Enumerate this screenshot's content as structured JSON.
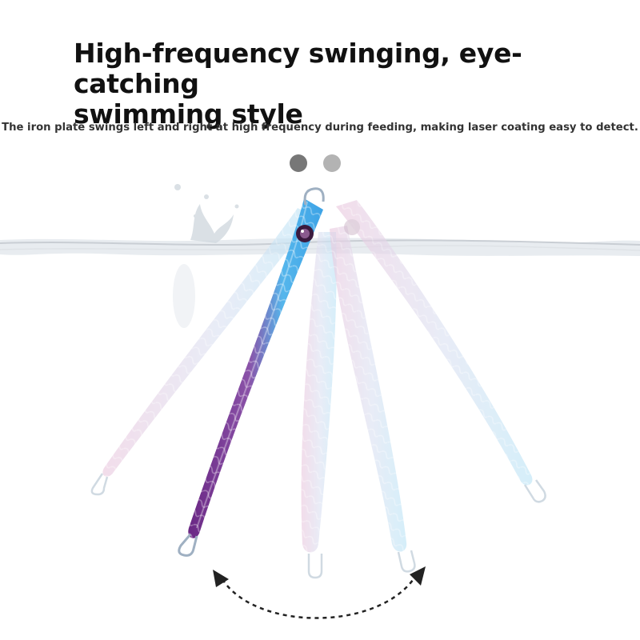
{
  "headline": {
    "line1": "High-frequency swinging, eye-catching",
    "line2": "swimming style"
  },
  "subtitle": "The iron plate swings left and right at high frequency during feeding, making laser coating easy to detect.",
  "carousel": {
    "dots": [
      {
        "color": "#777777",
        "active": true
      },
      {
        "color": "#b3b3b3",
        "active": false
      }
    ]
  },
  "illustration": {
    "icons": [
      "water-surface-icon",
      "water-splash-icon",
      "metal-jig-lure-icon",
      "swing-arrow-icon"
    ],
    "colors": {
      "lure_blue": "#4fb8ee",
      "lure_purple": "#7a2f8c",
      "ghost_pink": "#e9c9df",
      "ghost_blue": "#bfe3f5",
      "water": "#d8dde2"
    }
  }
}
